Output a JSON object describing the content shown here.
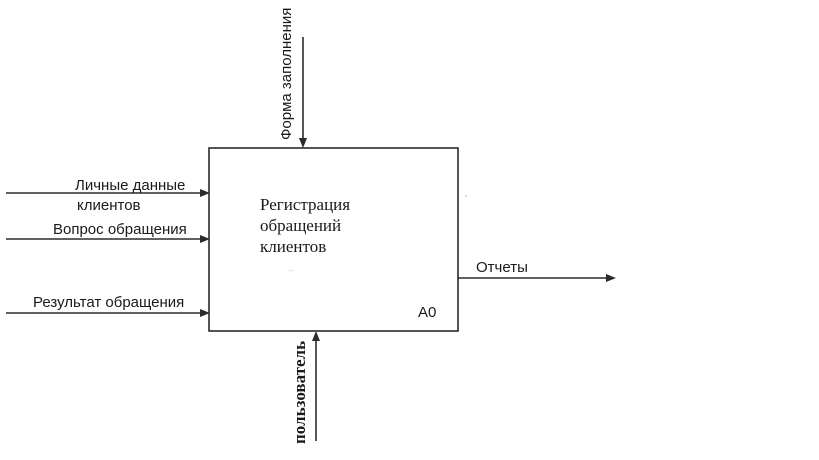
{
  "diagram": {
    "function_box": {
      "title_lines": [
        "Регистрация",
        "обращений",
        "клиентов"
      ],
      "node_id": "A0"
    },
    "inputs": [
      {
        "label_lines": [
          "Личные данные",
          "клиентов"
        ]
      },
      {
        "label_lines": [
          "Вопрос обращения"
        ]
      },
      {
        "label_lines": [
          "Результат обращения"
        ]
      }
    ],
    "control": {
      "label": "Форма заполнения"
    },
    "mechanism": {
      "label": "пользователь"
    },
    "output": {
      "label": "Отчеты"
    }
  }
}
